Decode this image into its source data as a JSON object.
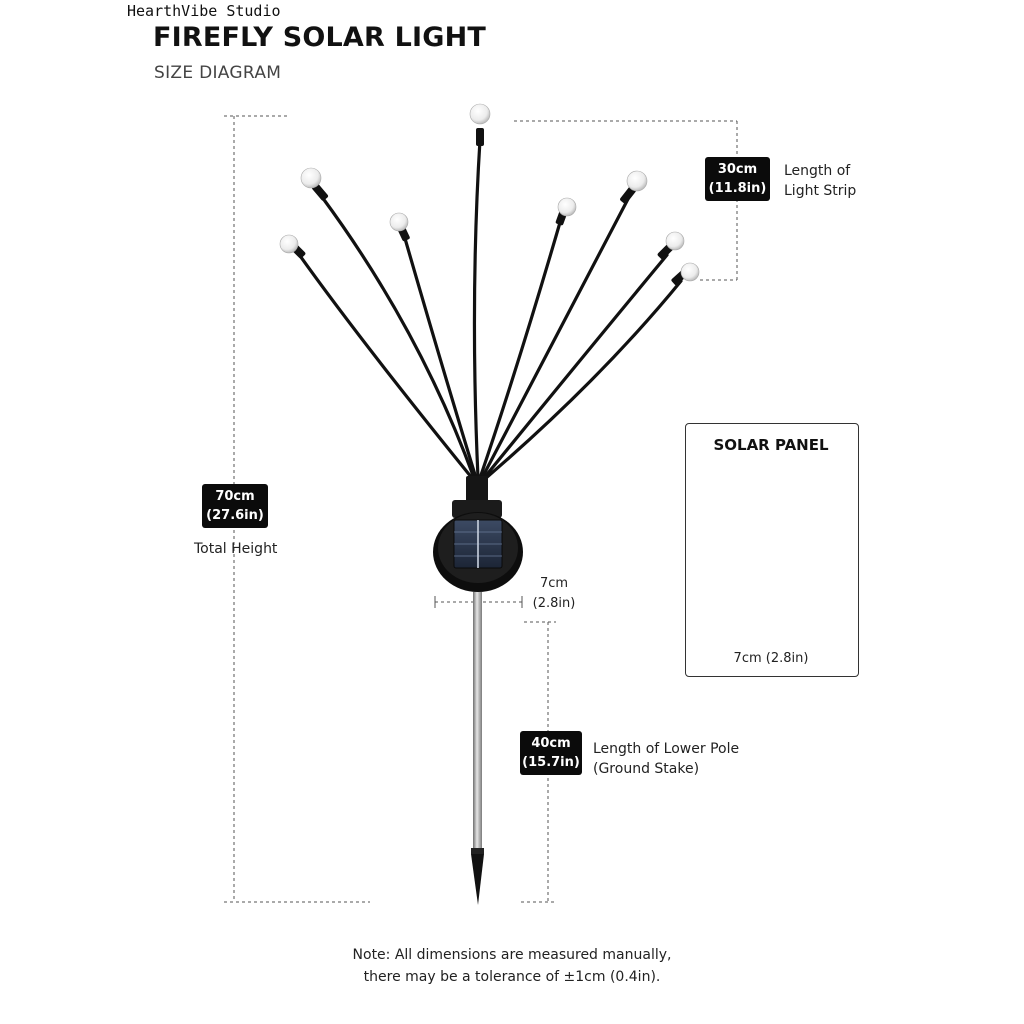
{
  "watermark": "HearthVibe Studio",
  "title": "FIREFLY SOLAR LIGHT",
  "subtitle": "SIZE DIAGRAM",
  "strip_length": {
    "cm": "30cm",
    "in": "(11.8in)",
    "label_line1": "Length of",
    "label_line2": "Light Strip"
  },
  "total_height": {
    "cm": "70cm",
    "in": "(27.6in)",
    "label": "Total Height"
  },
  "base_width": {
    "cm": "7cm",
    "in": "(2.8in)"
  },
  "lower_pole": {
    "cm": "40cm",
    "in": "(15.7in)",
    "label_line1": "Length of Lower Pole",
    "label_line2": "(Ground Stake)"
  },
  "solar_panel": {
    "title": "SOLAR PANEL",
    "width": "7cm (2.8in)"
  },
  "note": {
    "line1": "Note: All dimensions are measured manually,",
    "line2": "there may be a tolerance of ±1cm (0.4in)."
  },
  "colors": {
    "tag_bg": "#0b0b0b",
    "stem": "#111111",
    "bulb": "#f4f4f4",
    "pole": "#9a9a9a"
  }
}
